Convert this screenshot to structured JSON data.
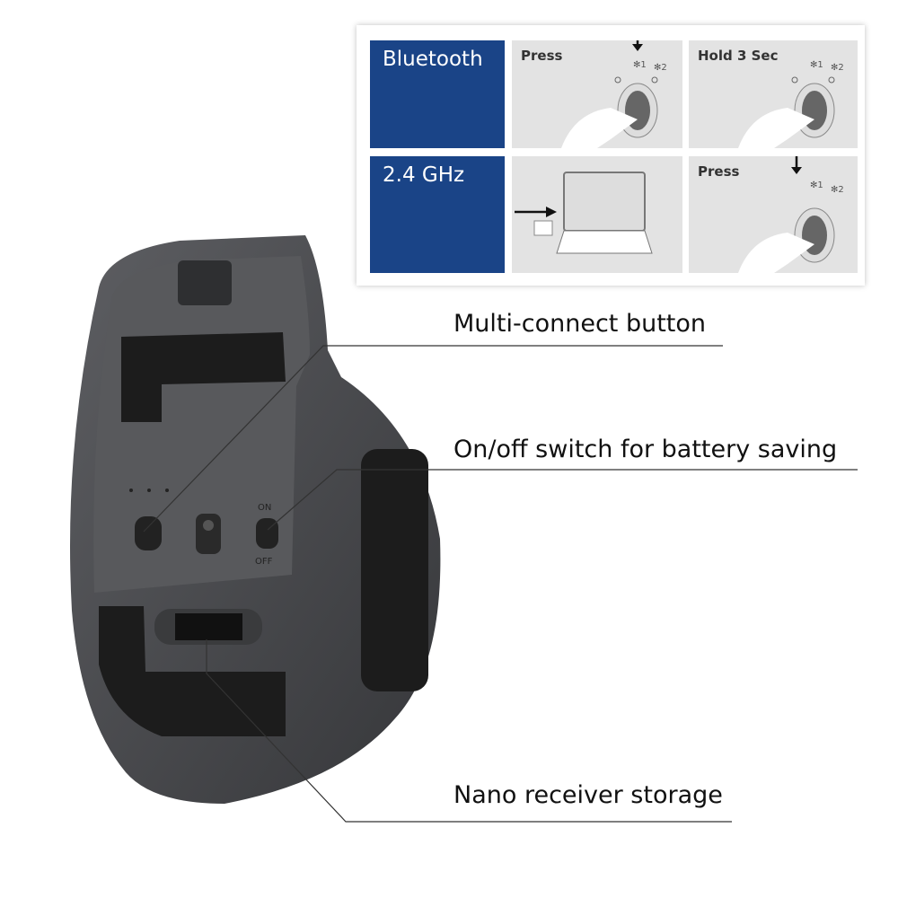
{
  "panel": {
    "rows": [
      {
        "mode": "Bluetooth",
        "steps": [
          "Press",
          "Hold 3 Sec"
        ]
      },
      {
        "mode": "2.4 GHz",
        "steps": [
          "Press"
        ]
      }
    ],
    "indicators": {
      "ch1": "1",
      "ch2": "2"
    }
  },
  "callouts": {
    "multi_connect": "Multi-connect button",
    "on_off": "On/off switch for battery saving",
    "nano": "Nano receiver storage"
  },
  "mouse_labels": {
    "on": "ON",
    "off": "OFF"
  },
  "colors": {
    "brand_blue": "#1a4487",
    "cell_gray": "#e3e3e3",
    "mouse_body": "#4a4b4e"
  }
}
